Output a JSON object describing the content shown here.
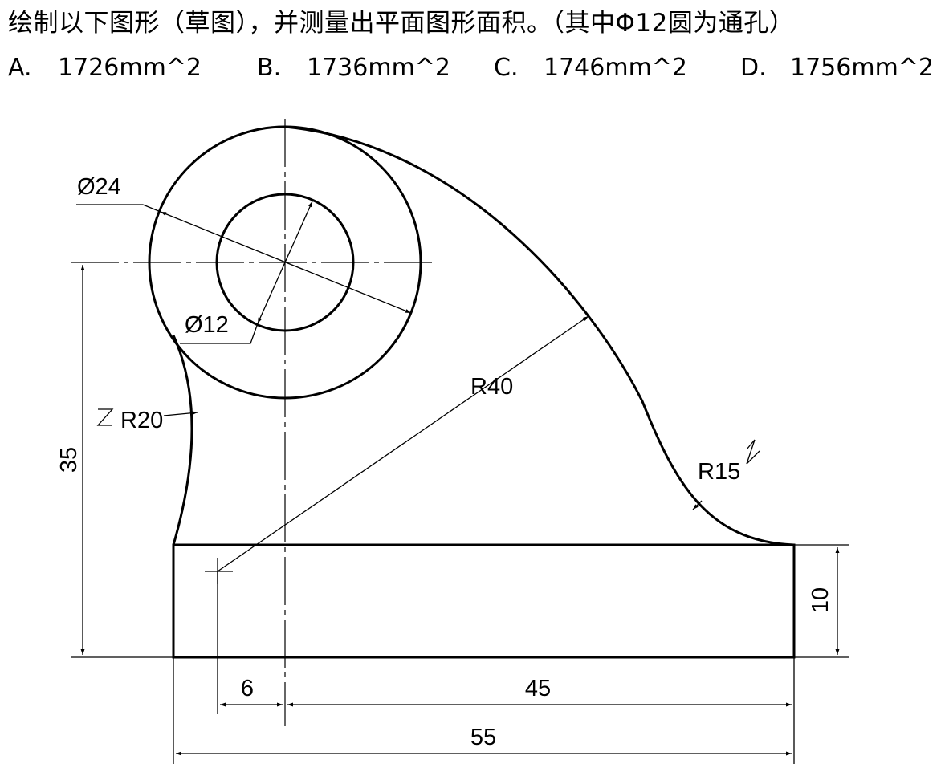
{
  "question": {
    "text": "绘制以下图形（草图），并测量出平面图形面积。（其中Φ12圆为通孔）"
  },
  "options": [
    {
      "letter": "A.",
      "value": "1726mm^2"
    },
    {
      "letter": "B.",
      "value": "1736mm^2"
    },
    {
      "letter": "C.",
      "value": "1746mm^2"
    },
    {
      "letter": "D.",
      "value": "1756mm^2"
    }
  ],
  "dimensions": {
    "outer_circle": "Ø24",
    "inner_circle": "Ø12",
    "height": "35",
    "base_height": "10",
    "radius_left": "R20",
    "radius_large": "R40",
    "radius_fillet": "R15",
    "offset": "6",
    "center_to_right": "45",
    "total_width": "55"
  }
}
